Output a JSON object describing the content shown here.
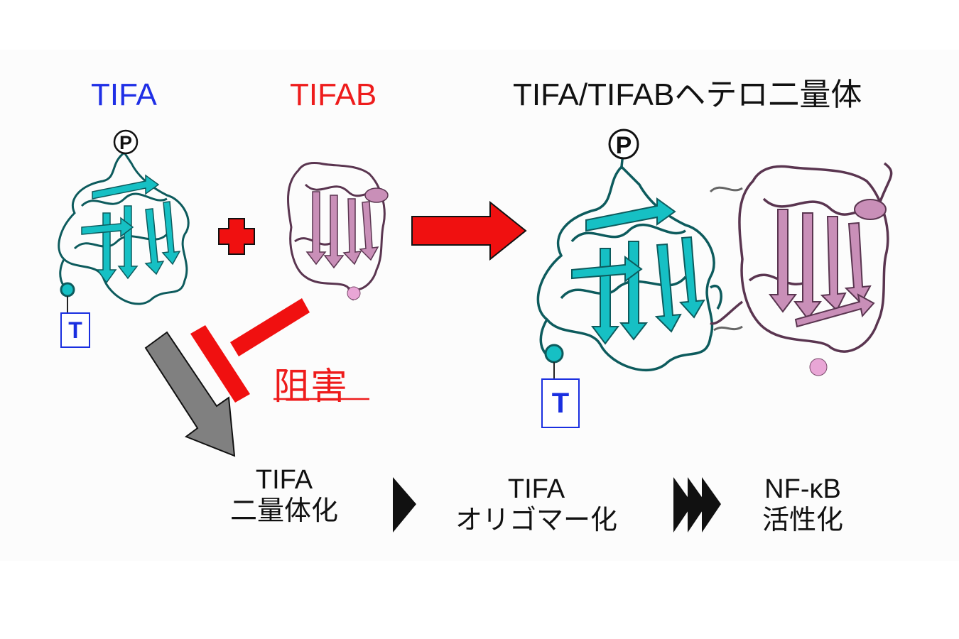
{
  "labels": {
    "tifa": "TIFA",
    "tifab": "TIFAB",
    "heterodimer": "TIFA/TIFABヘテロ二量体",
    "inhibition": "阻害",
    "phospho_mark": "P",
    "tag_mark": "T"
  },
  "pathway": [
    {
      "line1": "TIFA",
      "line2": "二量体化"
    },
    {
      "line1": "TIFA",
      "line2": "オリゴマー化"
    },
    {
      "line1": "NF-κB",
      "line2": "活性化"
    }
  ],
  "colors": {
    "tifa_text": "#1f2fe6",
    "tifab_text": "#ee1c1c",
    "tifa_protein": "#16c0c4",
    "tifa_outline": "#0d5b5d",
    "tifab_protein": "#c98fb8",
    "tifab_outline": "#5a3550",
    "arrow_red": "#f01010",
    "arrow_gray": "#808080"
  }
}
